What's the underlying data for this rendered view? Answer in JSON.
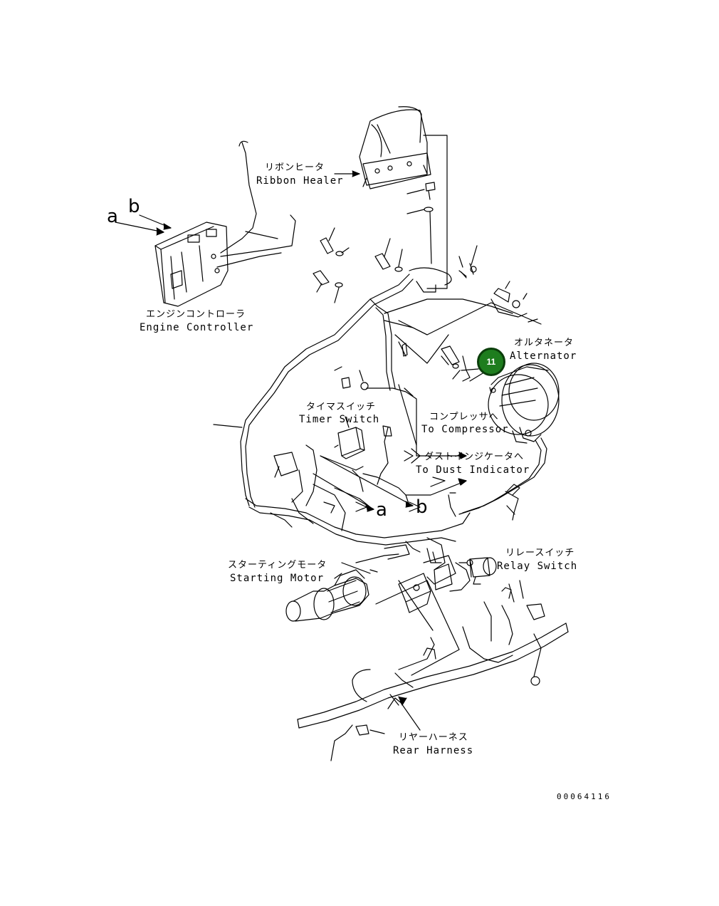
{
  "labels": {
    "ribbon_heater": {
      "jp": "リボンヒータ",
      "en": "Ribbon Healer"
    },
    "engine_controller": {
      "jp": "エンジンコントローラ",
      "en": "Engine Controller"
    },
    "alternator": {
      "jp": "オルタネータ",
      "en": "Alternator"
    },
    "timer_switch": {
      "jp": "タイマスイッチ",
      "en": "Timer Switch"
    },
    "to_compressor": {
      "jp": "コンプレッサへ",
      "en": "To Compressor"
    },
    "to_dust_indicator": {
      "jp": "ダストインジケータへ",
      "en": "To Dust Indicator"
    },
    "starting_motor": {
      "jp": "スターティングモータ",
      "en": "Starting Motor"
    },
    "relay_switch": {
      "jp": "リレースイッチ",
      "en": "Relay Switch"
    },
    "rear_harness": {
      "jp": "リヤーハーネス",
      "en": "Rear Harness"
    }
  },
  "view_markers": {
    "a": "a",
    "b": "b"
  },
  "callouts": [
    {
      "number": "11",
      "color": "#1e7d1e"
    }
  ],
  "part_number": "00064116"
}
